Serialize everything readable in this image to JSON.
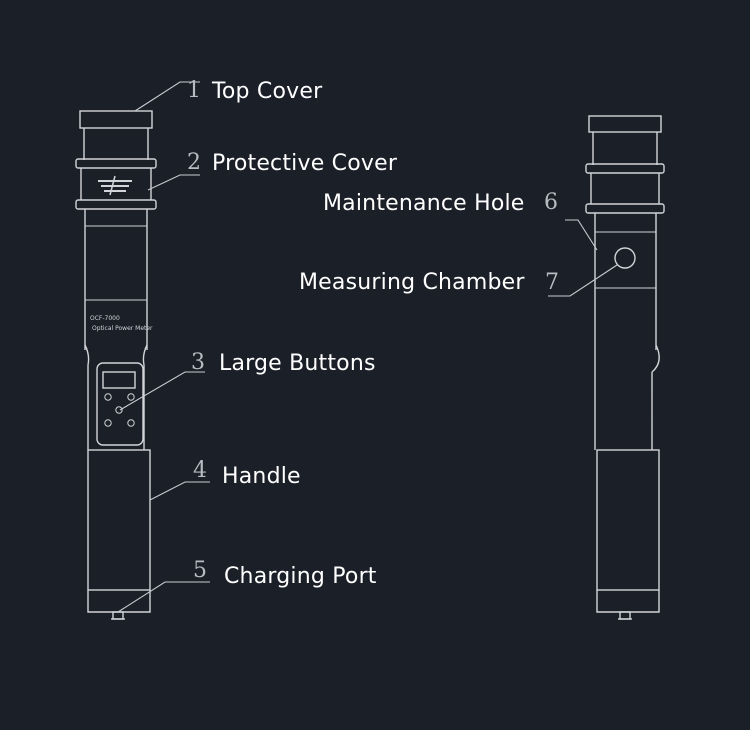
{
  "callouts": [
    {
      "number": "1",
      "label": "Top Cover"
    },
    {
      "number": "2",
      "label": "Protective Cover"
    },
    {
      "number": "3",
      "label": "Large Buttons"
    },
    {
      "number": "4",
      "label": "Handle"
    },
    {
      "number": "5",
      "label": "Charging Port"
    },
    {
      "number": "6",
      "label": "Maintenance Hole"
    },
    {
      "number": "7",
      "label": "Measuring Chamber"
    }
  ],
  "device_engraving": {
    "model_line": "OCF-7000",
    "subtitle": "Optical Power Meter"
  },
  "colors": {
    "background": "#1b1f28",
    "line_art": "#d2d4d8",
    "label_text": "#ffffff"
  }
}
